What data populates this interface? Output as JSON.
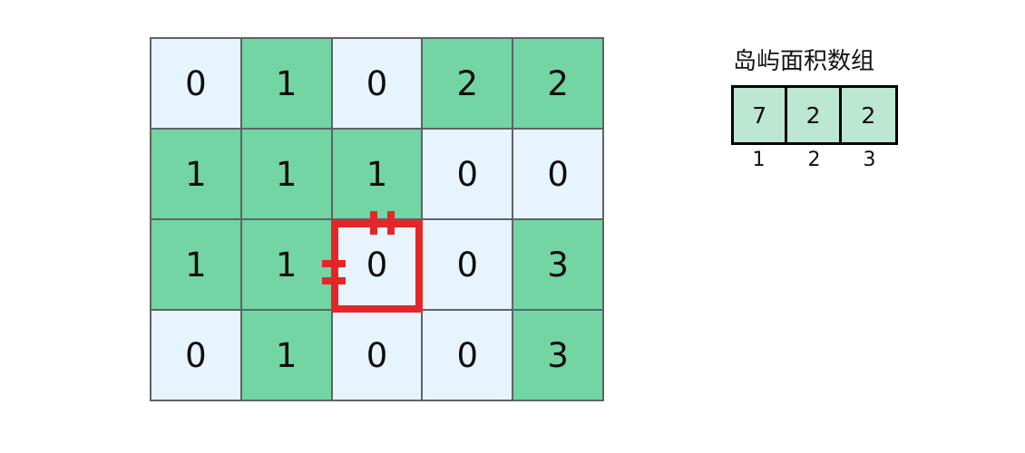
{
  "colors": {
    "land": "#72d5a3",
    "water": "#e8f4fd",
    "grid_line": "#5f6266",
    "highlight": "#e52629",
    "array_cell": "#bce7d2",
    "array_border": "#000000",
    "text": "#0d0d0d",
    "background": "#ffffff"
  },
  "matrix": {
    "rows": 4,
    "cols": 5,
    "cells": [
      [
        {
          "value": "0",
          "type": "water"
        },
        {
          "value": "1",
          "type": "land"
        },
        {
          "value": "0",
          "type": "water"
        },
        {
          "value": "2",
          "type": "land"
        },
        {
          "value": "2",
          "type": "land"
        }
      ],
      [
        {
          "value": "1",
          "type": "land"
        },
        {
          "value": "1",
          "type": "land"
        },
        {
          "value": "1",
          "type": "land"
        },
        {
          "value": "0",
          "type": "water"
        },
        {
          "value": "0",
          "type": "water"
        }
      ],
      [
        {
          "value": "1",
          "type": "land"
        },
        {
          "value": "1",
          "type": "land"
        },
        {
          "value": "0",
          "type": "water"
        },
        {
          "value": "0",
          "type": "water"
        },
        {
          "value": "3",
          "type": "land"
        }
      ],
      [
        {
          "value": "0",
          "type": "water"
        },
        {
          "value": "1",
          "type": "land"
        },
        {
          "value": "0",
          "type": "water"
        },
        {
          "value": "0",
          "type": "water"
        },
        {
          "value": "3",
          "type": "land"
        }
      ]
    ],
    "highlight": {
      "row": 2,
      "col": 2,
      "value": "0",
      "blocked_marks": [
        "up",
        "left"
      ],
      "mark_count_per_side": 2
    }
  },
  "area_panel": {
    "title": "岛屿面积数组",
    "values": [
      "7",
      "2",
      "2"
    ],
    "indices": [
      "1",
      "2",
      "3"
    ]
  }
}
